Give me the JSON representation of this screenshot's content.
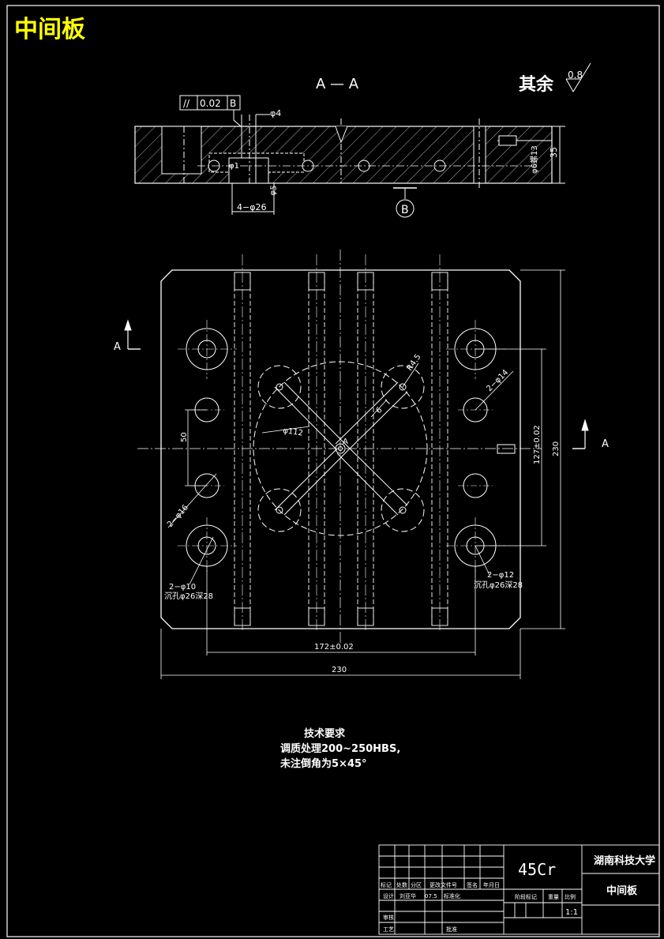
{
  "title": "中间板",
  "section_label": "A — A",
  "surface_finish": {
    "label": "其余",
    "value": "0.8"
  },
  "tolerance_frame": {
    "symbol": "//",
    "value": "0.02",
    "datum": "B"
  },
  "datum_b": "B",
  "section_marks": {
    "left": "A",
    "right": "A"
  },
  "center_label": "A",
  "dims_section": {
    "d4": "φ4",
    "d1": "φ1",
    "d5": "φ5",
    "holes": "4−φ26",
    "plug": "φ6螺13",
    "height": "35"
  },
  "dims_plan": {
    "r": "R4.5",
    "ring": "φ112",
    "six": "6",
    "y50": "50",
    "h2_14": "2−φ14",
    "h2_16": "2−φ16",
    "h2_10": "2−φ10",
    "cb26_left": "沉孔φ26深28",
    "h2_12": "2−φ12",
    "cb26_right": "沉孔φ26深28",
    "v127": "127±0.02",
    "v230": "230",
    "h172": "172±0.02",
    "h230": "230"
  },
  "notes": {
    "heading": "技术要求",
    "line1": "调质处理200~250HBS,",
    "line2": "未注倒角为5×45°"
  },
  "title_block": {
    "material": "45Cr",
    "school": "湖南科技大学",
    "part": "中间板",
    "scale": "1:1",
    "r1": [
      "标记",
      "处数",
      "分区",
      "更改文件号",
      "签名",
      "年月日"
    ],
    "r2": [
      "设计",
      "刘亚华",
      "07.5",
      "标准化"
    ],
    "r3": [
      "审核"
    ],
    "r4": [
      "工艺",
      "批准"
    ],
    "stage": [
      "阶段标记",
      "重量",
      "比例"
    ]
  },
  "colors": {
    "title": "#ffff00",
    "line": "#ffffff"
  }
}
